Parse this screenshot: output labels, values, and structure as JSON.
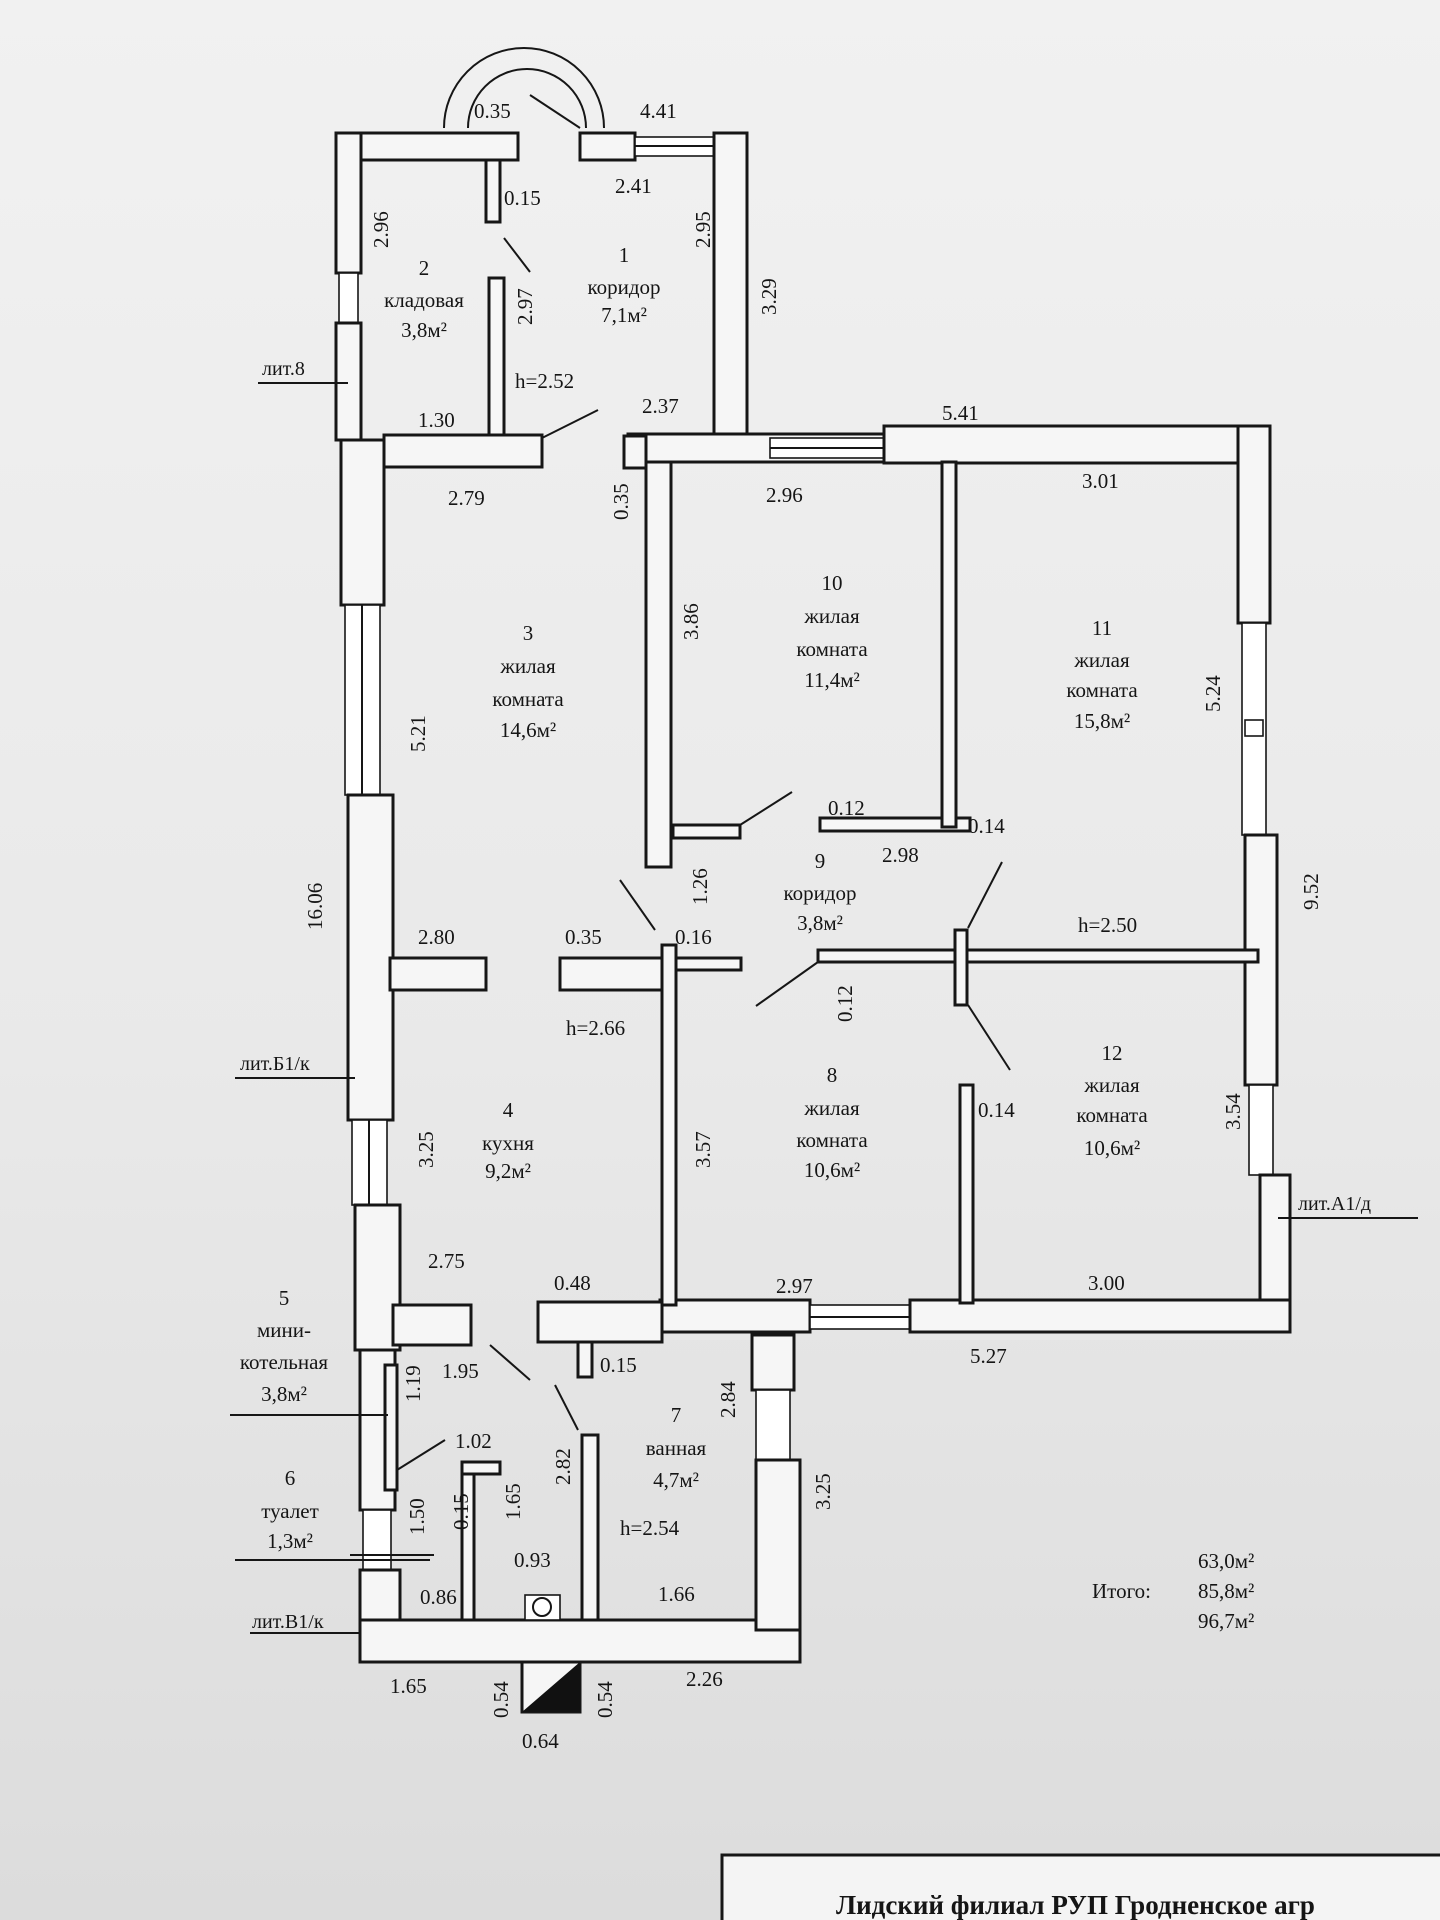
{
  "rooms": [
    {
      "num": "1",
      "name": "коридор",
      "area": "7,1м²"
    },
    {
      "num": "2",
      "name": "кладовая",
      "area": "3,8м²"
    },
    {
      "num": "3",
      "name": "жилая",
      "name2": "комната",
      "area": "14,6м²"
    },
    {
      "num": "4",
      "name": "кухня",
      "area": "9,2м²"
    },
    {
      "num": "5",
      "name": "мини-",
      "name2": "котельная",
      "area": "3,8м²"
    },
    {
      "num": "6",
      "name": "туалет",
      "area": "1,3м²"
    },
    {
      "num": "7",
      "name": "ванная",
      "area": "4,7м²"
    },
    {
      "num": "8",
      "name": "жилая",
      "name2": "комната",
      "area": "10,6м²"
    },
    {
      "num": "9",
      "name": "коридор",
      "area": "3,8м²"
    },
    {
      "num": "10",
      "name": "жилая",
      "name2": "комната",
      "area": "11,4м²"
    },
    {
      "num": "11",
      "name": "жилая",
      "name2": "комната",
      "area": "15,8м²"
    },
    {
      "num": "12",
      "name": "жилая",
      "name2": "комната",
      "area": "10,6м²"
    }
  ],
  "dimensions": [
    "0.35",
    "4.41",
    "0.15",
    "2.41",
    "2.96",
    "2.97",
    "2.95",
    "3.29",
    "1.30",
    "h=2.52",
    "2.37",
    "5.41",
    "2.79",
    "0.35",
    "2.96",
    "3.01",
    "3.86",
    "5.21",
    "5.24",
    "0.12",
    "0.14",
    "2.98",
    "1.26",
    "16.06",
    "2.80",
    "0.35",
    "0.16",
    "h=2.50",
    "9.52",
    "0.12",
    "h=2.66",
    "3.25",
    "3.57",
    "0.14",
    "3.54",
    "2.75",
    "0.48",
    "2.97",
    "3.00",
    "1.19",
    "1.95",
    "0.15",
    "2.84",
    "5.27",
    "1.02",
    "2.82",
    "1.50",
    "0.15",
    "1.65",
    "h=2.54",
    "3.25",
    "0.93",
    "0.86",
    "1.66",
    "1.65",
    "0.54",
    "0.54",
    "2.26",
    "0.64"
  ],
  "labels": {
    "lit8": "лит.8",
    "litB1k": "лит.Б1/к",
    "litA1d": "лит.А1/д",
    "litV1k": "лит.В1/к"
  },
  "totals": {
    "label": "Итого:",
    "v1": "63,0м²",
    "v2": "85,8м²",
    "v3": "96,7м²"
  },
  "stamp": {
    "text": "Лидский филиал РУП Гродненское агр"
  }
}
